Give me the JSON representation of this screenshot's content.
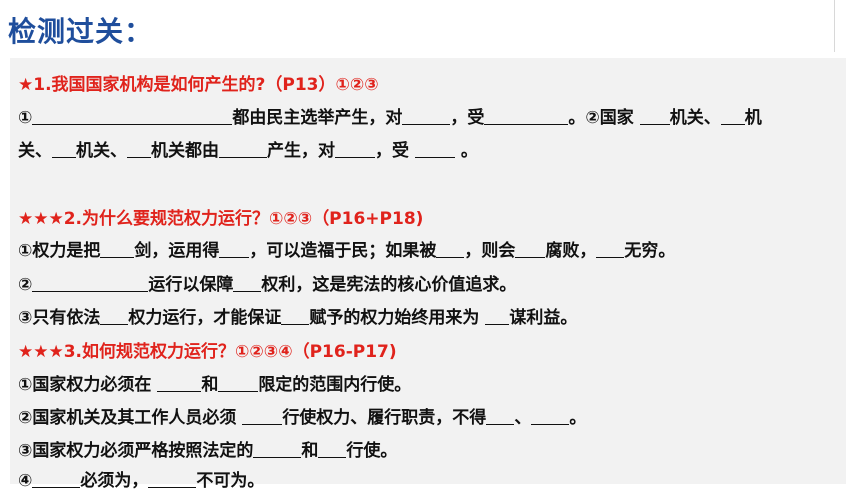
{
  "title": "检测过关：",
  "colors": {
    "title": "#1f4e9c",
    "question": "#e0231c",
    "panel": "#f2f2f2"
  },
  "q1": {
    "head": "★1.我国国家机构是如何产生的?（P13）①②③",
    "l1": {
      "a": "①",
      "b": "都由民主选举产生，对",
      "c": "，受",
      "d": "。②国家 ",
      "e": "机关、",
      "f": "机"
    },
    "l2": {
      "a": "关、",
      "b": "机关、",
      "c": "机关都由",
      "d": "产生，对",
      "e": "，受 ",
      "f": " 。"
    }
  },
  "q2": {
    "head": "★★★2.为什么要规范权力运行？①②③（P16+P18)",
    "l1": {
      "a": "①权力是把",
      "b": "剑，运用得",
      "c": "，可以造福于民；如果被",
      "d": "，则会",
      "e": "腐败，",
      "f": "无穷。"
    },
    "l2": {
      "a": "②",
      "b": "运行以保障",
      "c": "权利，这是宪法的核心价值追求。"
    },
    "l3": {
      "a": "③只有依法",
      "b": "权力运行，才能保证",
      "c": "赋予的权力始终用来为 ",
      "d": "谋利益。"
    }
  },
  "q3": {
    "head": "★★★3.如何规范权力运行？①②③④（P16-P17)",
    "l1": {
      "a": "①国家权力必须在 ",
      "b": "和",
      "c": "限定的范围内行使。"
    },
    "l2": {
      "a": "②国家机关及其工作人员必须 ",
      "b": "行使权力、履行职责，不得",
      "c": "、",
      "d": "。"
    },
    "l3": {
      "a": "③国家权力必须严格按照法定的",
      "b": "和",
      "c": "行使。"
    },
    "l4": {
      "a": "④",
      "b": "必须为，",
      "c": "不可为。"
    }
  }
}
